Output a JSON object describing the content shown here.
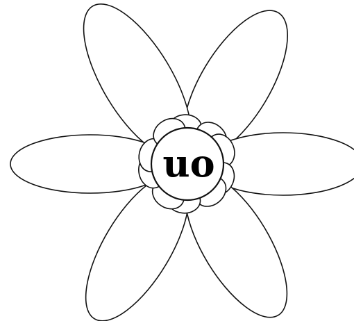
{
  "center": {
    "label": "uo"
  },
  "petals": {
    "outer_count": 6,
    "inner_count": 10
  },
  "colors": {
    "stroke": "#111111",
    "fill": "#ffffff",
    "text": "#000000"
  }
}
